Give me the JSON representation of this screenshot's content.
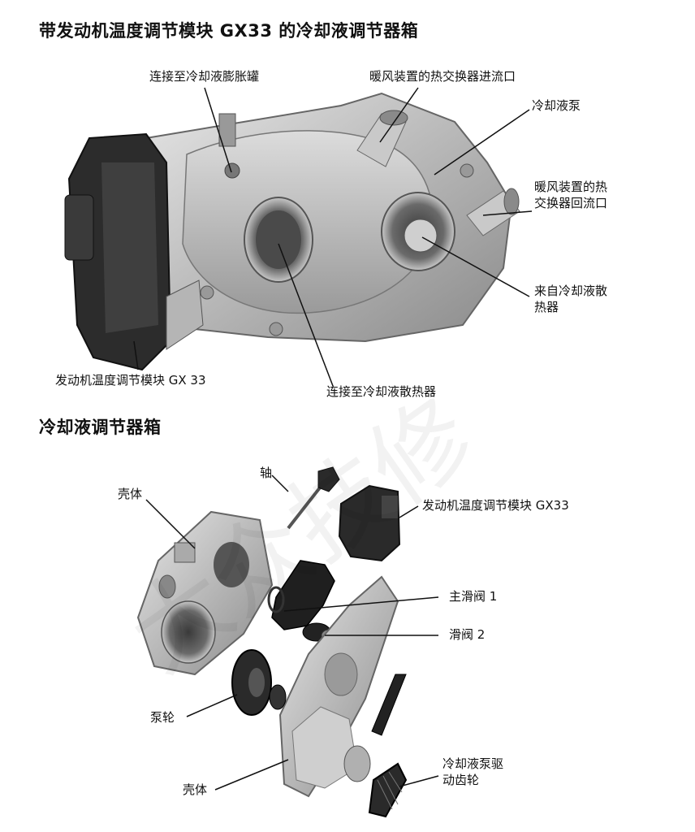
{
  "section1": {
    "title": "带发动机温度调节模块 GX33 的冷却液调节器箱",
    "labels": {
      "expansion_tank": "连接至冷却液膨胀罐",
      "heater_inlet": "暖风装置的热交换器进流口",
      "pump": "冷却液泵",
      "heater_return": "暖风装置的热交换器回流口",
      "from_radiator": "来自冷却液散热器",
      "module": "发动机温度调节模块 GX 33",
      "to_radiator": "连接至冷却液散热器"
    }
  },
  "section2": {
    "title": "冷却液调节器箱",
    "labels": {
      "housing_top": "壳体",
      "shaft": "轴",
      "module": "发动机温度调节模块 GX33",
      "main_slide": "主滑阀 1",
      "slide2": "滑阀 2",
      "pulley": "泵轮",
      "housing_bottom": "壳体",
      "drive_gear": "冷却液泵驱动齿轮"
    }
  },
  "watermark": "大众技修"
}
